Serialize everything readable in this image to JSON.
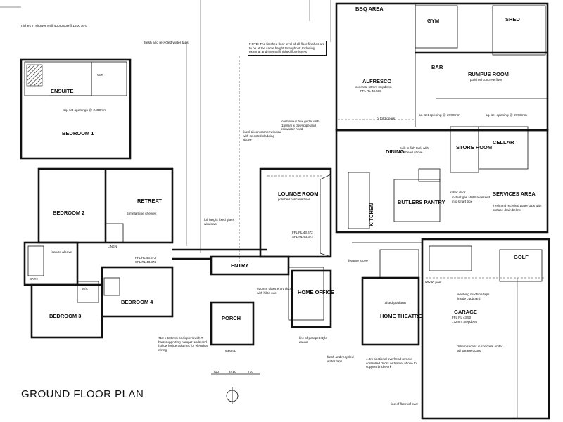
{
  "plan_title": "GROUND FLOOR PLAN",
  "rooms": {
    "bbq": "BBQ AREA",
    "gym": "GYM",
    "shed": "SHED",
    "bar": "BAR",
    "alfresco": "ALFRESCO",
    "alfresco_sub": "concrete 60mm stepdown",
    "alfresco_ffl": "FFL RL 43.586",
    "rumpus": "RUMPUS ROOM",
    "rumpus_sub": "polished concrete floor",
    "ensuite": "ENSUITE",
    "bedroom1": "BEDROOM 1",
    "bedroom2": "BEDROOM 2",
    "bedroom3": "BEDROOM 3",
    "bedroom4": "BEDROOM 4",
    "retreat": "RETREAT",
    "lounge": "LOUNGE ROOM",
    "lounge_sub": "polished concrete floor",
    "lounge_ffl": "FFL RL 43.672",
    "lounge_sfl": "SFL RL 43.372",
    "dining": "DINING",
    "store": "STORE ROOM",
    "cellar": "CELLAR",
    "services": "SERVICES AREA",
    "kitchen": "KITCHEN",
    "butlers": "BUTLERS PANTRY",
    "entry": "ENTRY",
    "porch": "PORCH",
    "office": "HOME OFFICE",
    "theatre": "HOME THEATRE",
    "golf": "GOLF",
    "garage": "GARAGE",
    "garage_ffl": "FFL RL 43.50",
    "garage_sub": "172mm Stepdown",
    "wir": "W/R",
    "linen": "LINEN",
    "bath": "BATH",
    "bedroom_ffl": "FFL RL 43.672",
    "bedroom_sfl": "SFL RL 43.372"
  },
  "notes": {
    "niches": "niches in shower wall 400x300H@1200 AFL",
    "fresh_water_tl": "fresh and recycled water taps",
    "finished_floor": "NOTE: The finished floor level of all floor finishes are to be at the same height throughout. Including external and internal finished floor levels",
    "sq_set_2400": "sq. set openings @ 2400mm",
    "bifold": "bi fold doors",
    "sq_set_2700a": "sq. set opening @ 2700mm",
    "sq_set_2700b": "sq. set opening @ 2700mm",
    "box_gutter": "continuous box gutter with 150mm x downpipe and rainwater head",
    "silicon_window": "fixed silicon corner window with selected cladding above",
    "melamine": "5 melamine shelves",
    "full_height": "full height fixed glass windows",
    "fish_tank": "built in fish tank with bulkhead above",
    "roller_door": "roller door",
    "hws": "instant gas HWS recessed into smart box",
    "services_taps": "fresh and recycled water taps with surface drain below",
    "feature_alcove": "feature alcove",
    "glass_doors": "920mm glass entry doors with hilite over",
    "brick_piers": "710 x 500mm brick piers with T-bars supporting parapet walls and hollow inside columns for electrical wiring",
    "step_up": "step up",
    "parapet": "line of parapet style eaves",
    "raised_platform": "raised platform",
    "fresh_water_garage": "fresh and recycled water taps",
    "sectional_door": "4.8m sectional overhead remote controlled doors with lintel above to support brickwork",
    "garage_recess": "20mm recess in concrete under all garage doors",
    "washing": "washing machine taps inside cupboard",
    "post": "90x90 post",
    "flat_roof": "line of flat roof over",
    "feature_stove": "feature stove",
    "dim_710": "710",
    "dim_2410": "2410",
    "dim_710b": "710"
  }
}
